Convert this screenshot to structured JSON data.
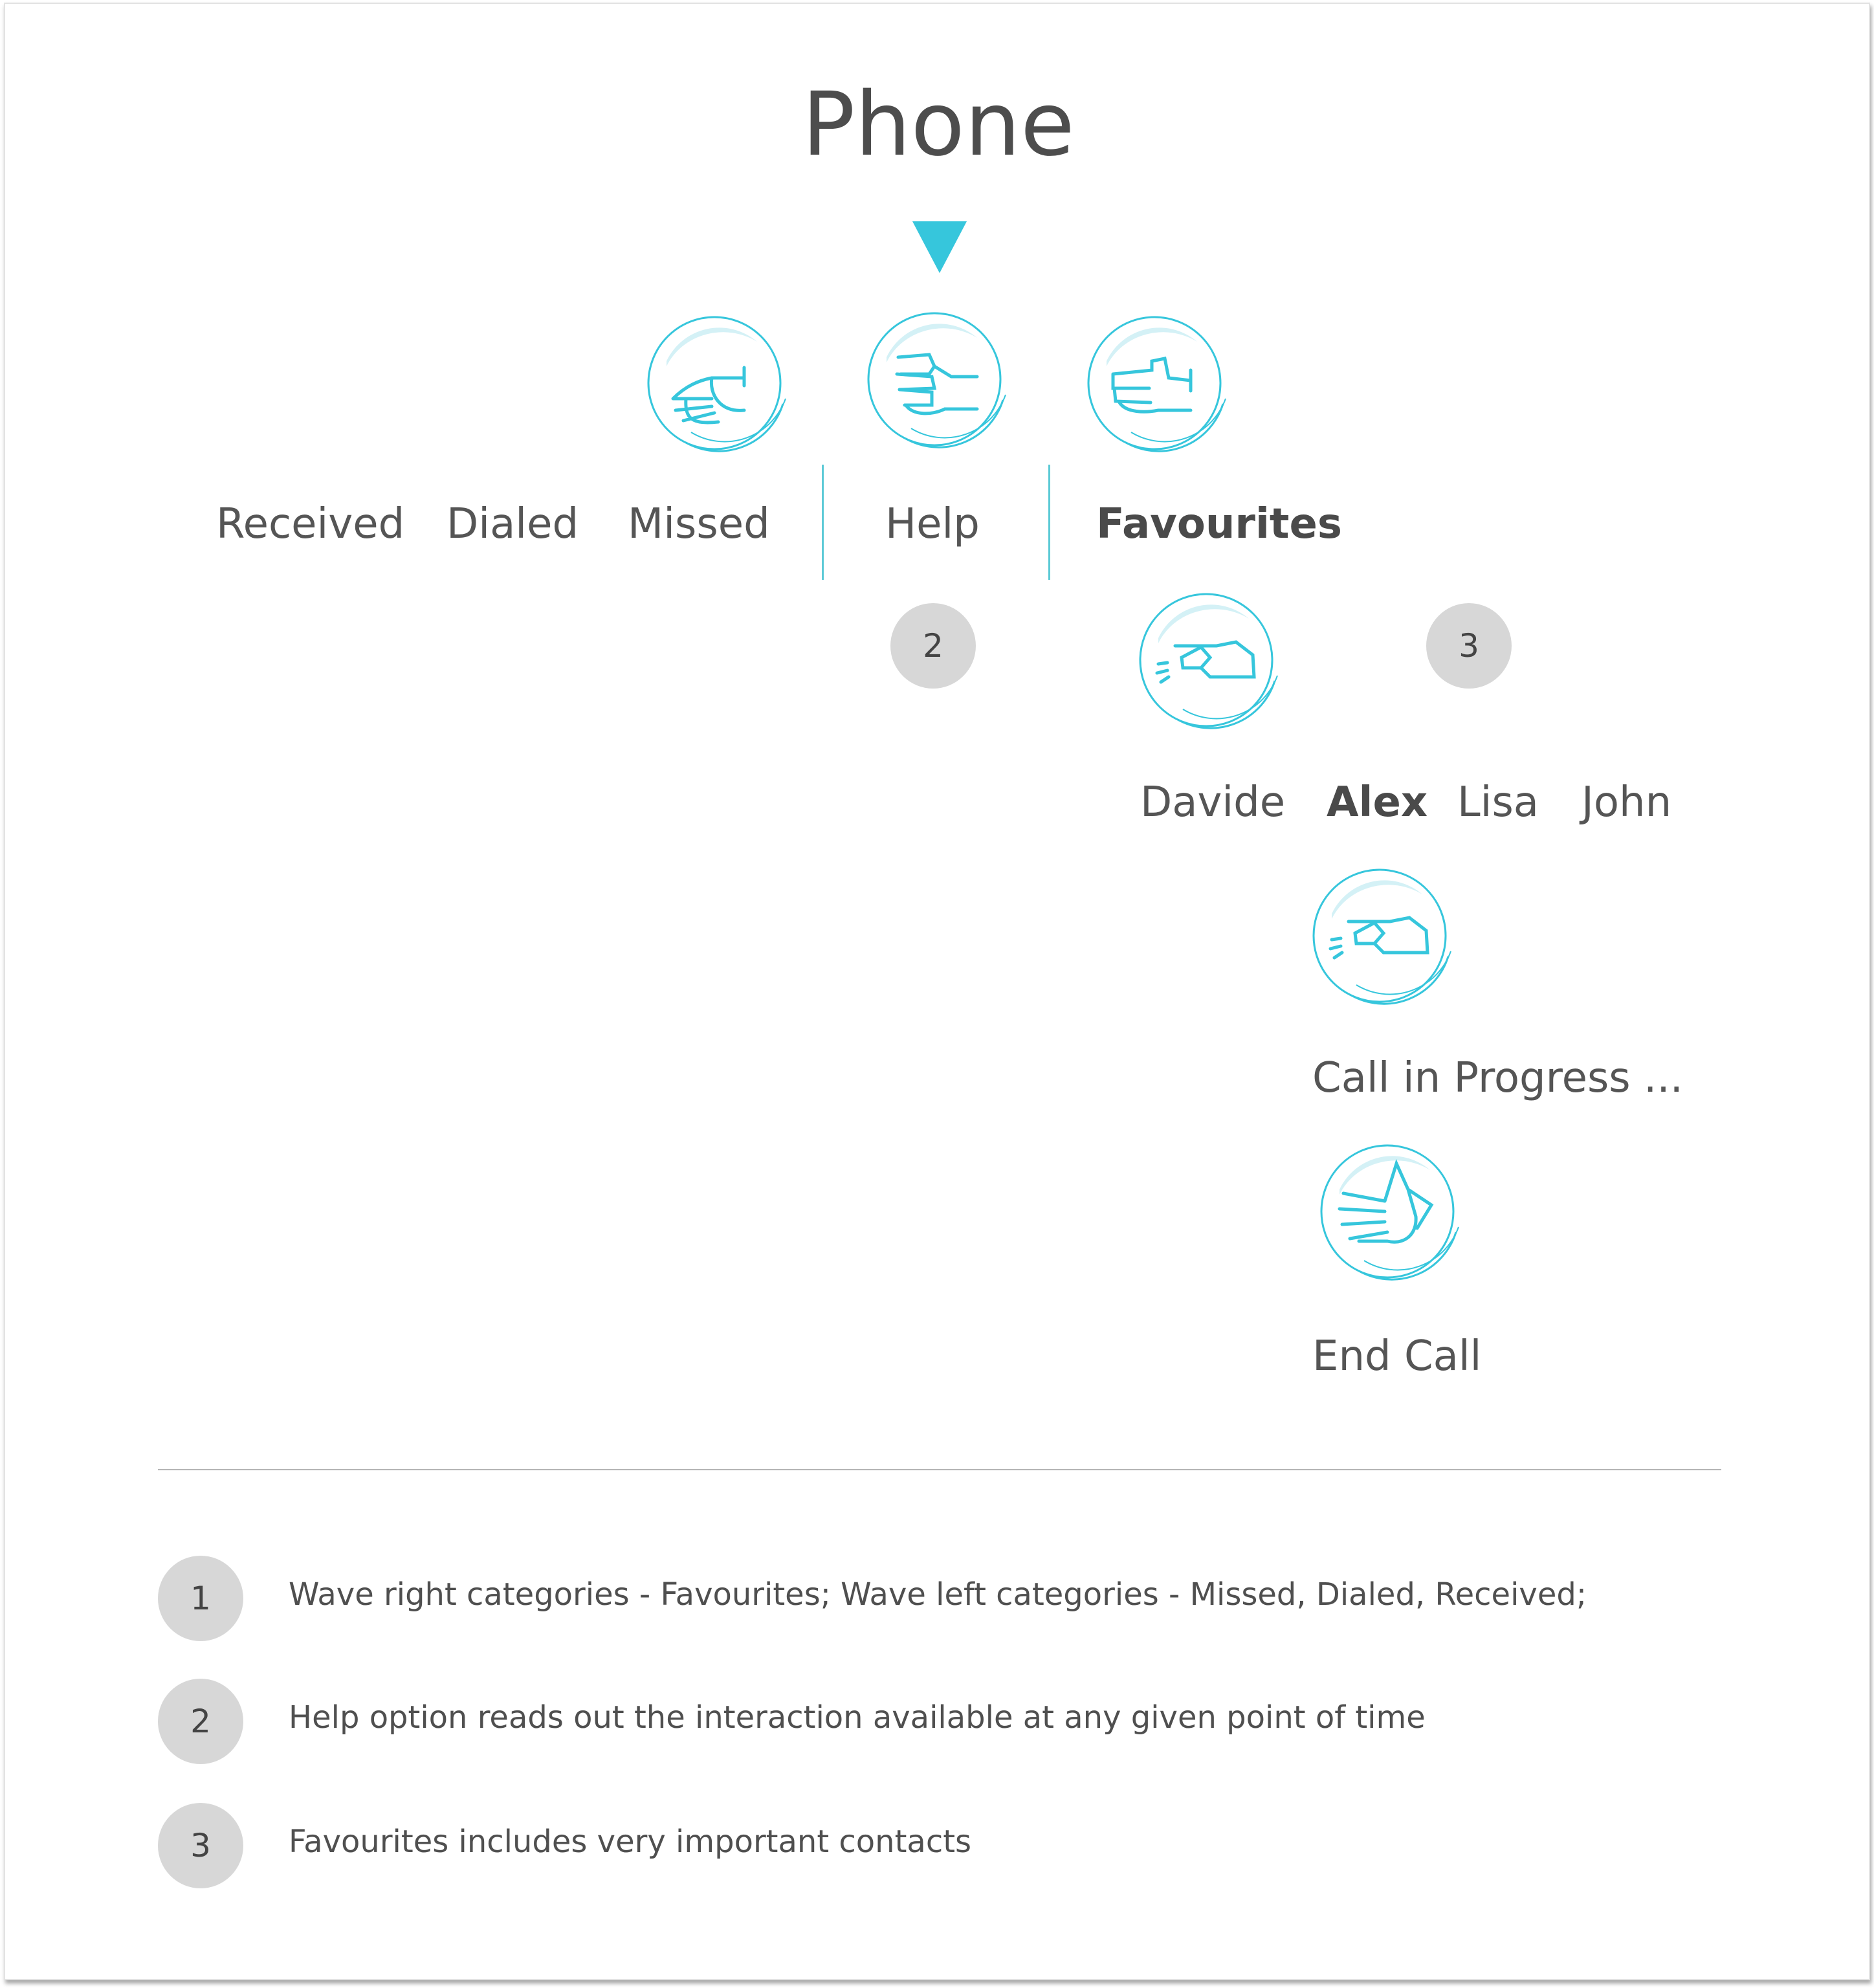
{
  "title": "Phone",
  "colors": {
    "accent": "#36c6dc",
    "badge": "#d7d7d7",
    "text": "#555555"
  },
  "gestures": {
    "wave_left": "wave-left-hand-icon",
    "fist": "fist-hand-icon",
    "wave_right": "wave-right-hand-icon",
    "pinch": "pinch-hand-icon",
    "open_palm": "open-palm-hand-icon"
  },
  "categories": {
    "received": "Received",
    "dialed": "Dialed",
    "missed": "Missed",
    "help": "Help",
    "favourites": "Favourites"
  },
  "contacts": {
    "davide": "Davide",
    "alex": "Alex",
    "lisa": "Lisa",
    "john": "John"
  },
  "states": {
    "call_in_progress": "Call in Progress ...",
    "end_call": "End Call"
  },
  "badges": {
    "help": "2",
    "favourites": "3"
  },
  "notes": [
    {
      "number": "1",
      "text": "Wave right categories - Favourites;  Wave left categories - Missed, Dialed, Received;"
    },
    {
      "number": "2",
      "text": "Help option reads out the interaction available at any given point of time"
    },
    {
      "number": "3",
      "text": "Favourites includes very important contacts"
    }
  ]
}
